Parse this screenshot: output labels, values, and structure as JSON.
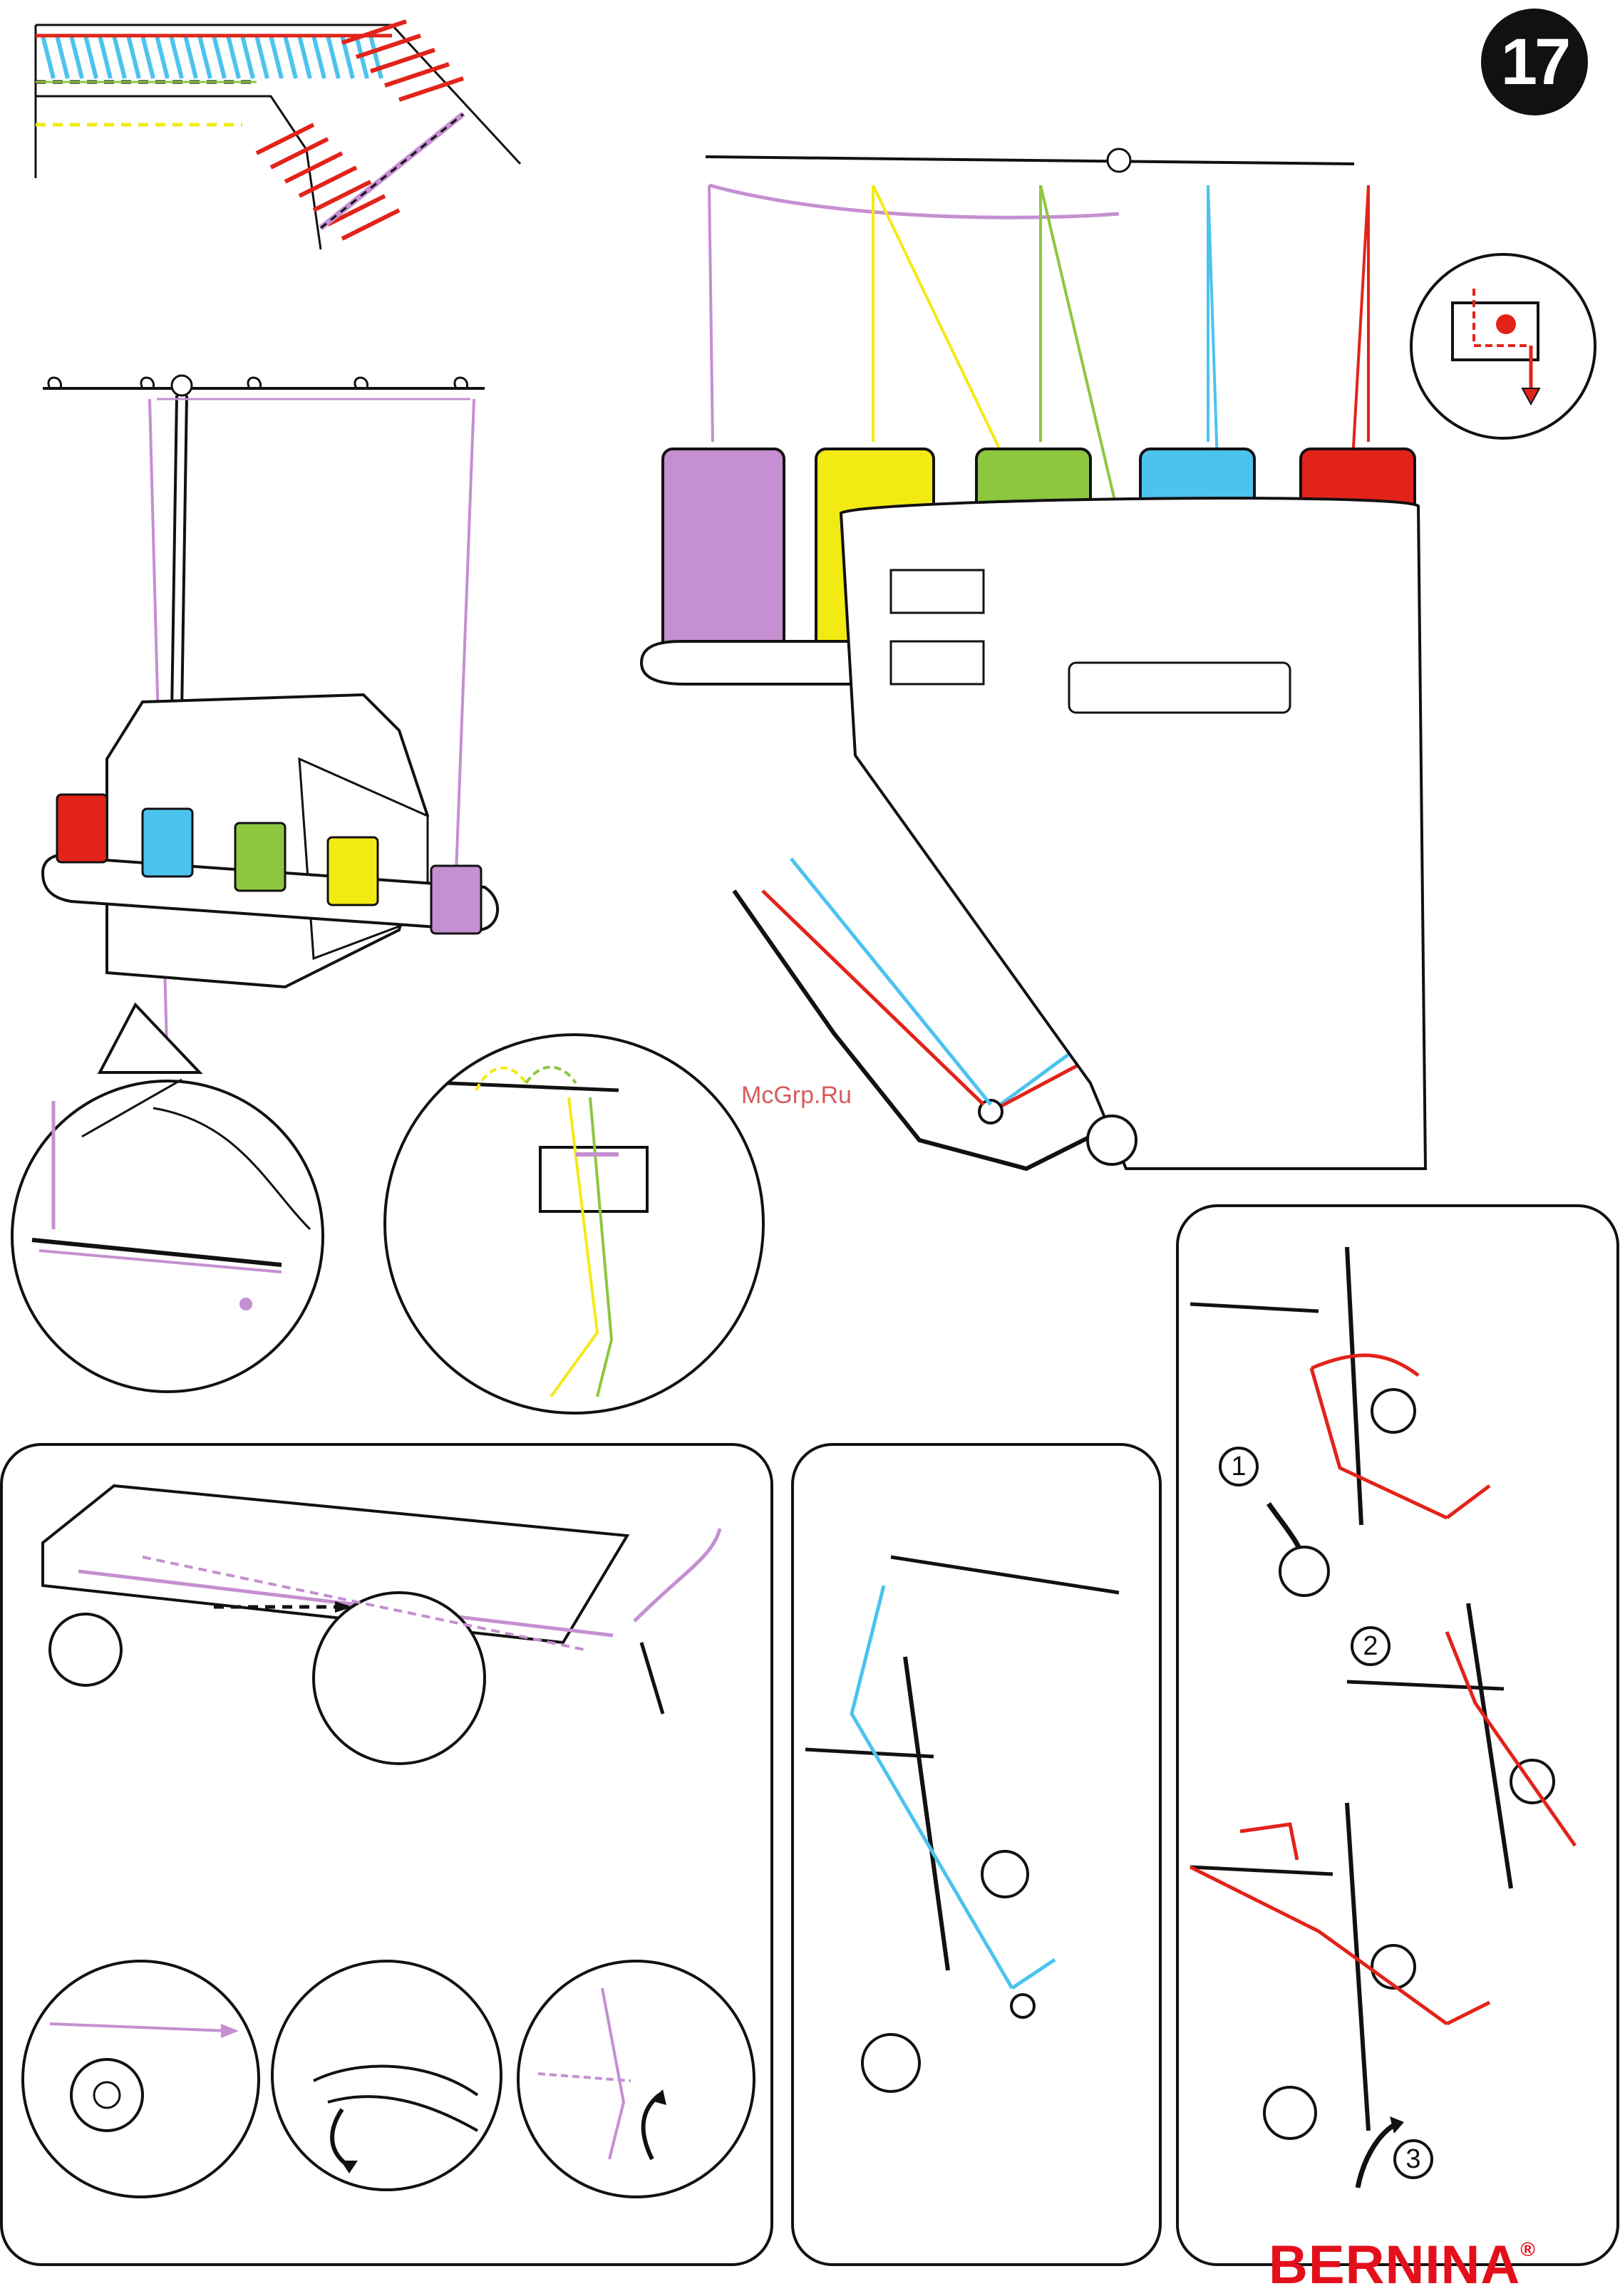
{
  "page": {
    "number": "17"
  },
  "watermark": "McGrp.Ru",
  "brand": {
    "name": "BERNINA",
    "mark": "®"
  },
  "steps": {
    "one": "1",
    "two": "2",
    "three": "3"
  },
  "colors": {
    "purple": "#c58fd1",
    "yellow": "#f3ea13",
    "green": "#8dc63f",
    "blue": "#4cc3ee",
    "red": "#e2231a",
    "brand_red": "#e3101b",
    "outline": "#111111"
  },
  "illustrations": [
    "stitch-sample",
    "serger-with-thread-stand",
    "thread-guide-detail",
    "needle-threading-detail",
    "serger-threading-overview",
    "tension-disc-detail",
    "looper-area",
    "upper-looper-threading",
    "lower-looper-threading-steps"
  ]
}
